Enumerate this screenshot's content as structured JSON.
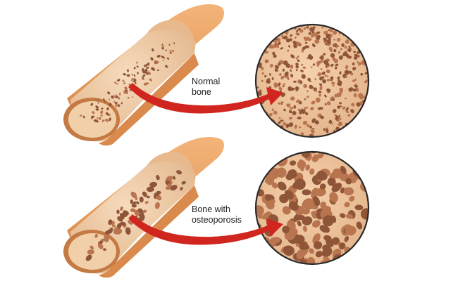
{
  "labels": {
    "normal": [
      "Normal",
      "bone"
    ],
    "osteoporosis": [
      "Bone with",
      "osteoporosis"
    ]
  },
  "colors": {
    "bone_outer": "#e9a366",
    "bone_cut": "#eecba6",
    "bone_cut_shade": "#dfae82",
    "pore": "#b8754f",
    "pore_dark": "#8f5538",
    "arrow": "#d1261f",
    "circle_outline": "#2a2a2a",
    "text": "#222222"
  }
}
